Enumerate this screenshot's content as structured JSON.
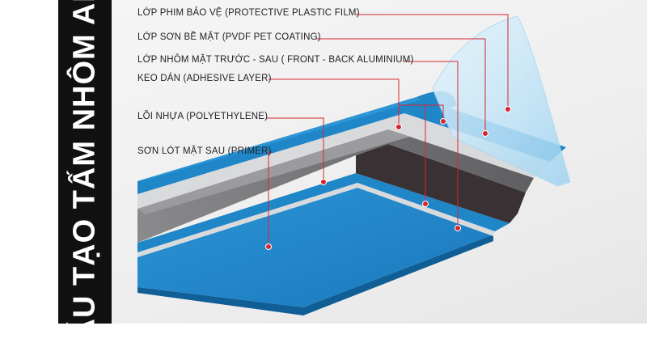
{
  "title": "CẤU TẠO TẤM NHÔM ALU",
  "colors": {
    "accent_red": "#d8262e",
    "blue": "#1f86c8",
    "blue_dark": "#0f5e95",
    "grey_core": "#6f6f72",
    "dark_core": "#3a3134",
    "film": "#bfe3f7",
    "silver": "#d9dadc"
  },
  "layers": [
    {
      "label": "LỚP PHIM BẢO VỆ (PROTECTIVE PLASTIC FILM)"
    },
    {
      "label": "LỚP SƠN BỀ MẶT (PVDF PET COATING)"
    },
    {
      "label": "LỚP NHÔM MẶT TRƯỚC - SAU ( FRONT - BACK ALUMINIUM)"
    },
    {
      "label": "KEO DÁN (ADHESIVE LAYER)"
    },
    {
      "label": "LÕI NHỰA (POLYETHYLENE)"
    },
    {
      "label": "SƠN LÓT MẶT SAU (PRIMER)"
    }
  ]
}
